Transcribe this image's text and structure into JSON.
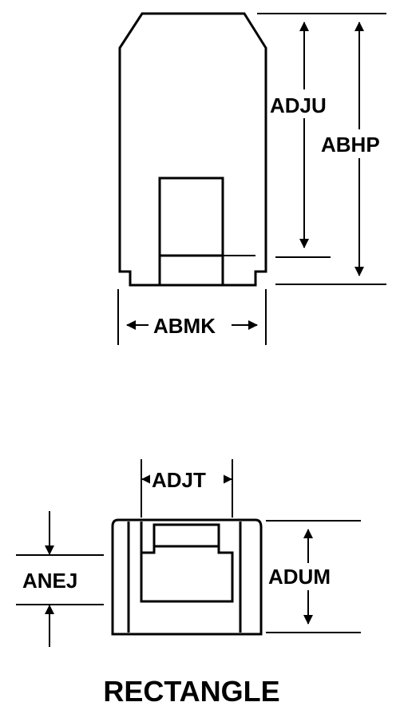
{
  "diagram": {
    "caption": "RECTANGLE",
    "stroke_color": "#000000",
    "background_color": "#ffffff",
    "side_view": {
      "labels": {
        "adju": "ADJU",
        "abhp": "ABHP",
        "abmk": "ABMK"
      }
    },
    "end_view": {
      "labels": {
        "adjt": "ADJT",
        "anej": "ANEJ",
        "adum": "ADUM"
      }
    }
  }
}
